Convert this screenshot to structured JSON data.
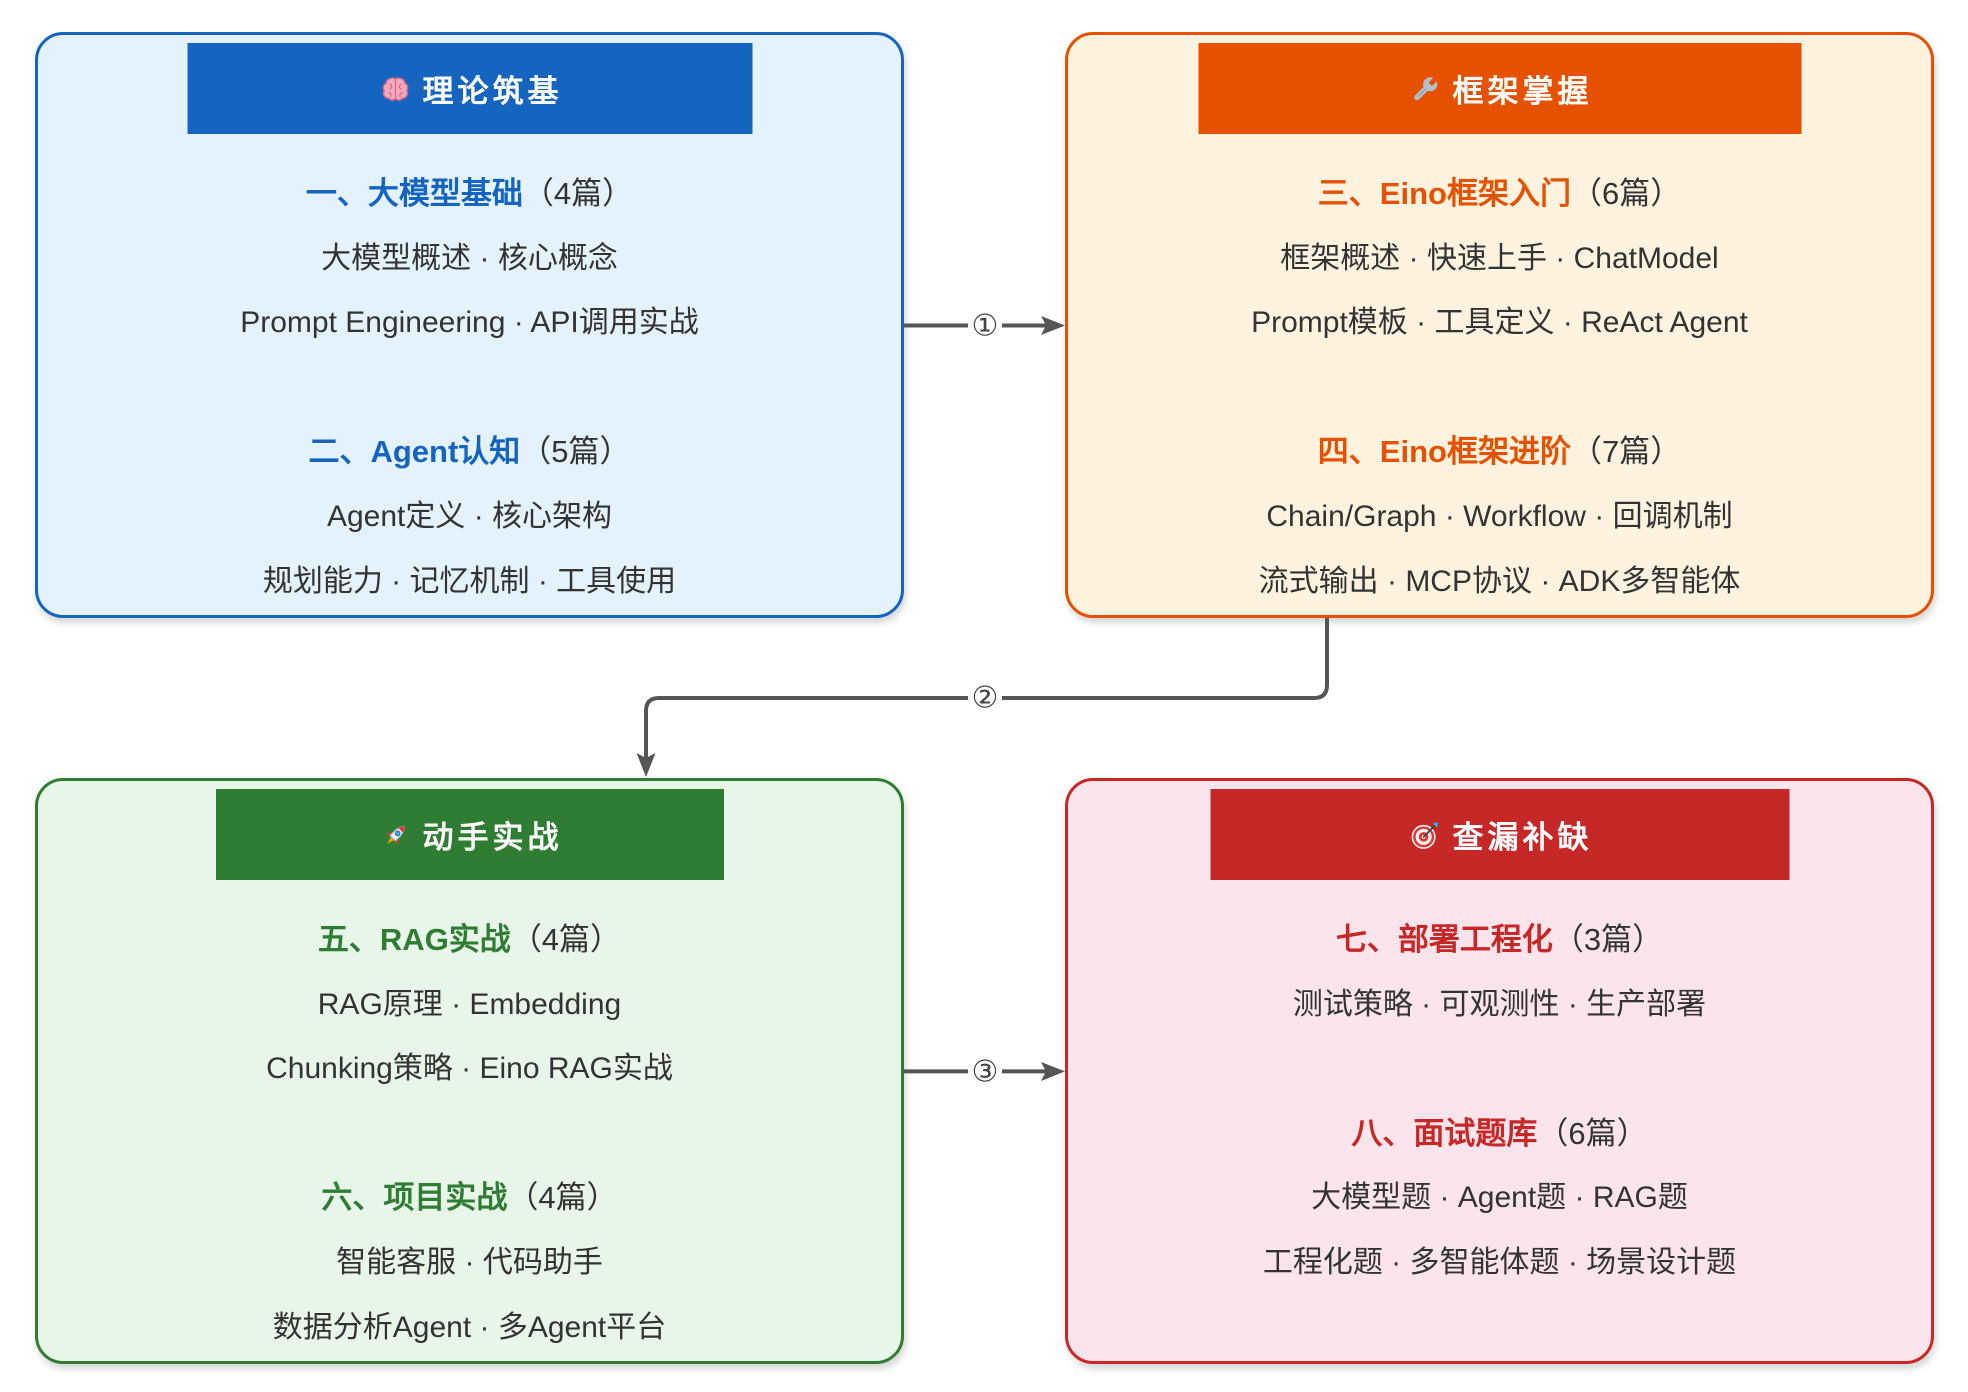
{
  "diagram": {
    "stages": [
      {
        "title": "理论筑基",
        "icon": "brain-icon",
        "colors": {
          "accent": "#1565C0",
          "background": "#E3F2FD"
        },
        "sections": [
          {
            "heading": "一、大模型基础",
            "count": "（4篇）",
            "lines": [
              "大模型概述 · 核心概念",
              "Prompt Engineering · API调用实战"
            ]
          },
          {
            "heading": "二、Agent认知",
            "count": "（5篇）",
            "lines": [
              "Agent定义 · 核心架构",
              "规划能力 · 记忆机制 · 工具使用"
            ]
          }
        ]
      },
      {
        "title": "框架掌握",
        "icon": "wrench-icon",
        "colors": {
          "accent": "#E65100",
          "background": "#FFF3E0"
        },
        "sections": [
          {
            "heading": "三、Eino框架入门",
            "count": "（6篇）",
            "lines": [
              "框架概述 · 快速上手 · ChatModel",
              "Prompt模板 · 工具定义 · ReAct Agent"
            ]
          },
          {
            "heading": "四、Eino框架进阶",
            "count": "（7篇）",
            "lines": [
              "Chain/Graph · Workflow · 回调机制",
              "流式输出 · MCP协议 · ADK多智能体"
            ]
          }
        ]
      },
      {
        "title": "动手实战",
        "icon": "rocket-icon",
        "colors": {
          "accent": "#2E7D32",
          "background": "#E8F5E9"
        },
        "sections": [
          {
            "heading": "五、RAG实战",
            "count": "（4篇）",
            "lines": [
              "RAG原理 · Embedding",
              "Chunking策略 · Eino RAG实战"
            ]
          },
          {
            "heading": "六、项目实战",
            "count": "（4篇）",
            "lines": [
              "智能客服 · 代码助手",
              "数据分析Agent · 多Agent平台"
            ]
          }
        ]
      },
      {
        "title": "查漏补缺",
        "icon": "dart-target-icon",
        "colors": {
          "accent": "#C62828",
          "background": "#FCE4EC"
        },
        "sections": [
          {
            "heading": "七、部署工程化",
            "count": "（3篇）",
            "lines": [
              "测试策略 · 可观测性 · 生产部署"
            ]
          },
          {
            "heading": "八、面试题库",
            "count": "（6篇）",
            "lines": [
              "大模型题 · Agent题 · RAG题",
              "工程化题 · 多智能体题 · 场景设计题"
            ]
          }
        ]
      }
    ],
    "connectors": [
      {
        "label": "①",
        "from": 0,
        "to": 1
      },
      {
        "label": "②",
        "from": 1,
        "to": 2
      },
      {
        "label": "③",
        "from": 2,
        "to": 3
      }
    ],
    "connector_color": "#555555"
  }
}
